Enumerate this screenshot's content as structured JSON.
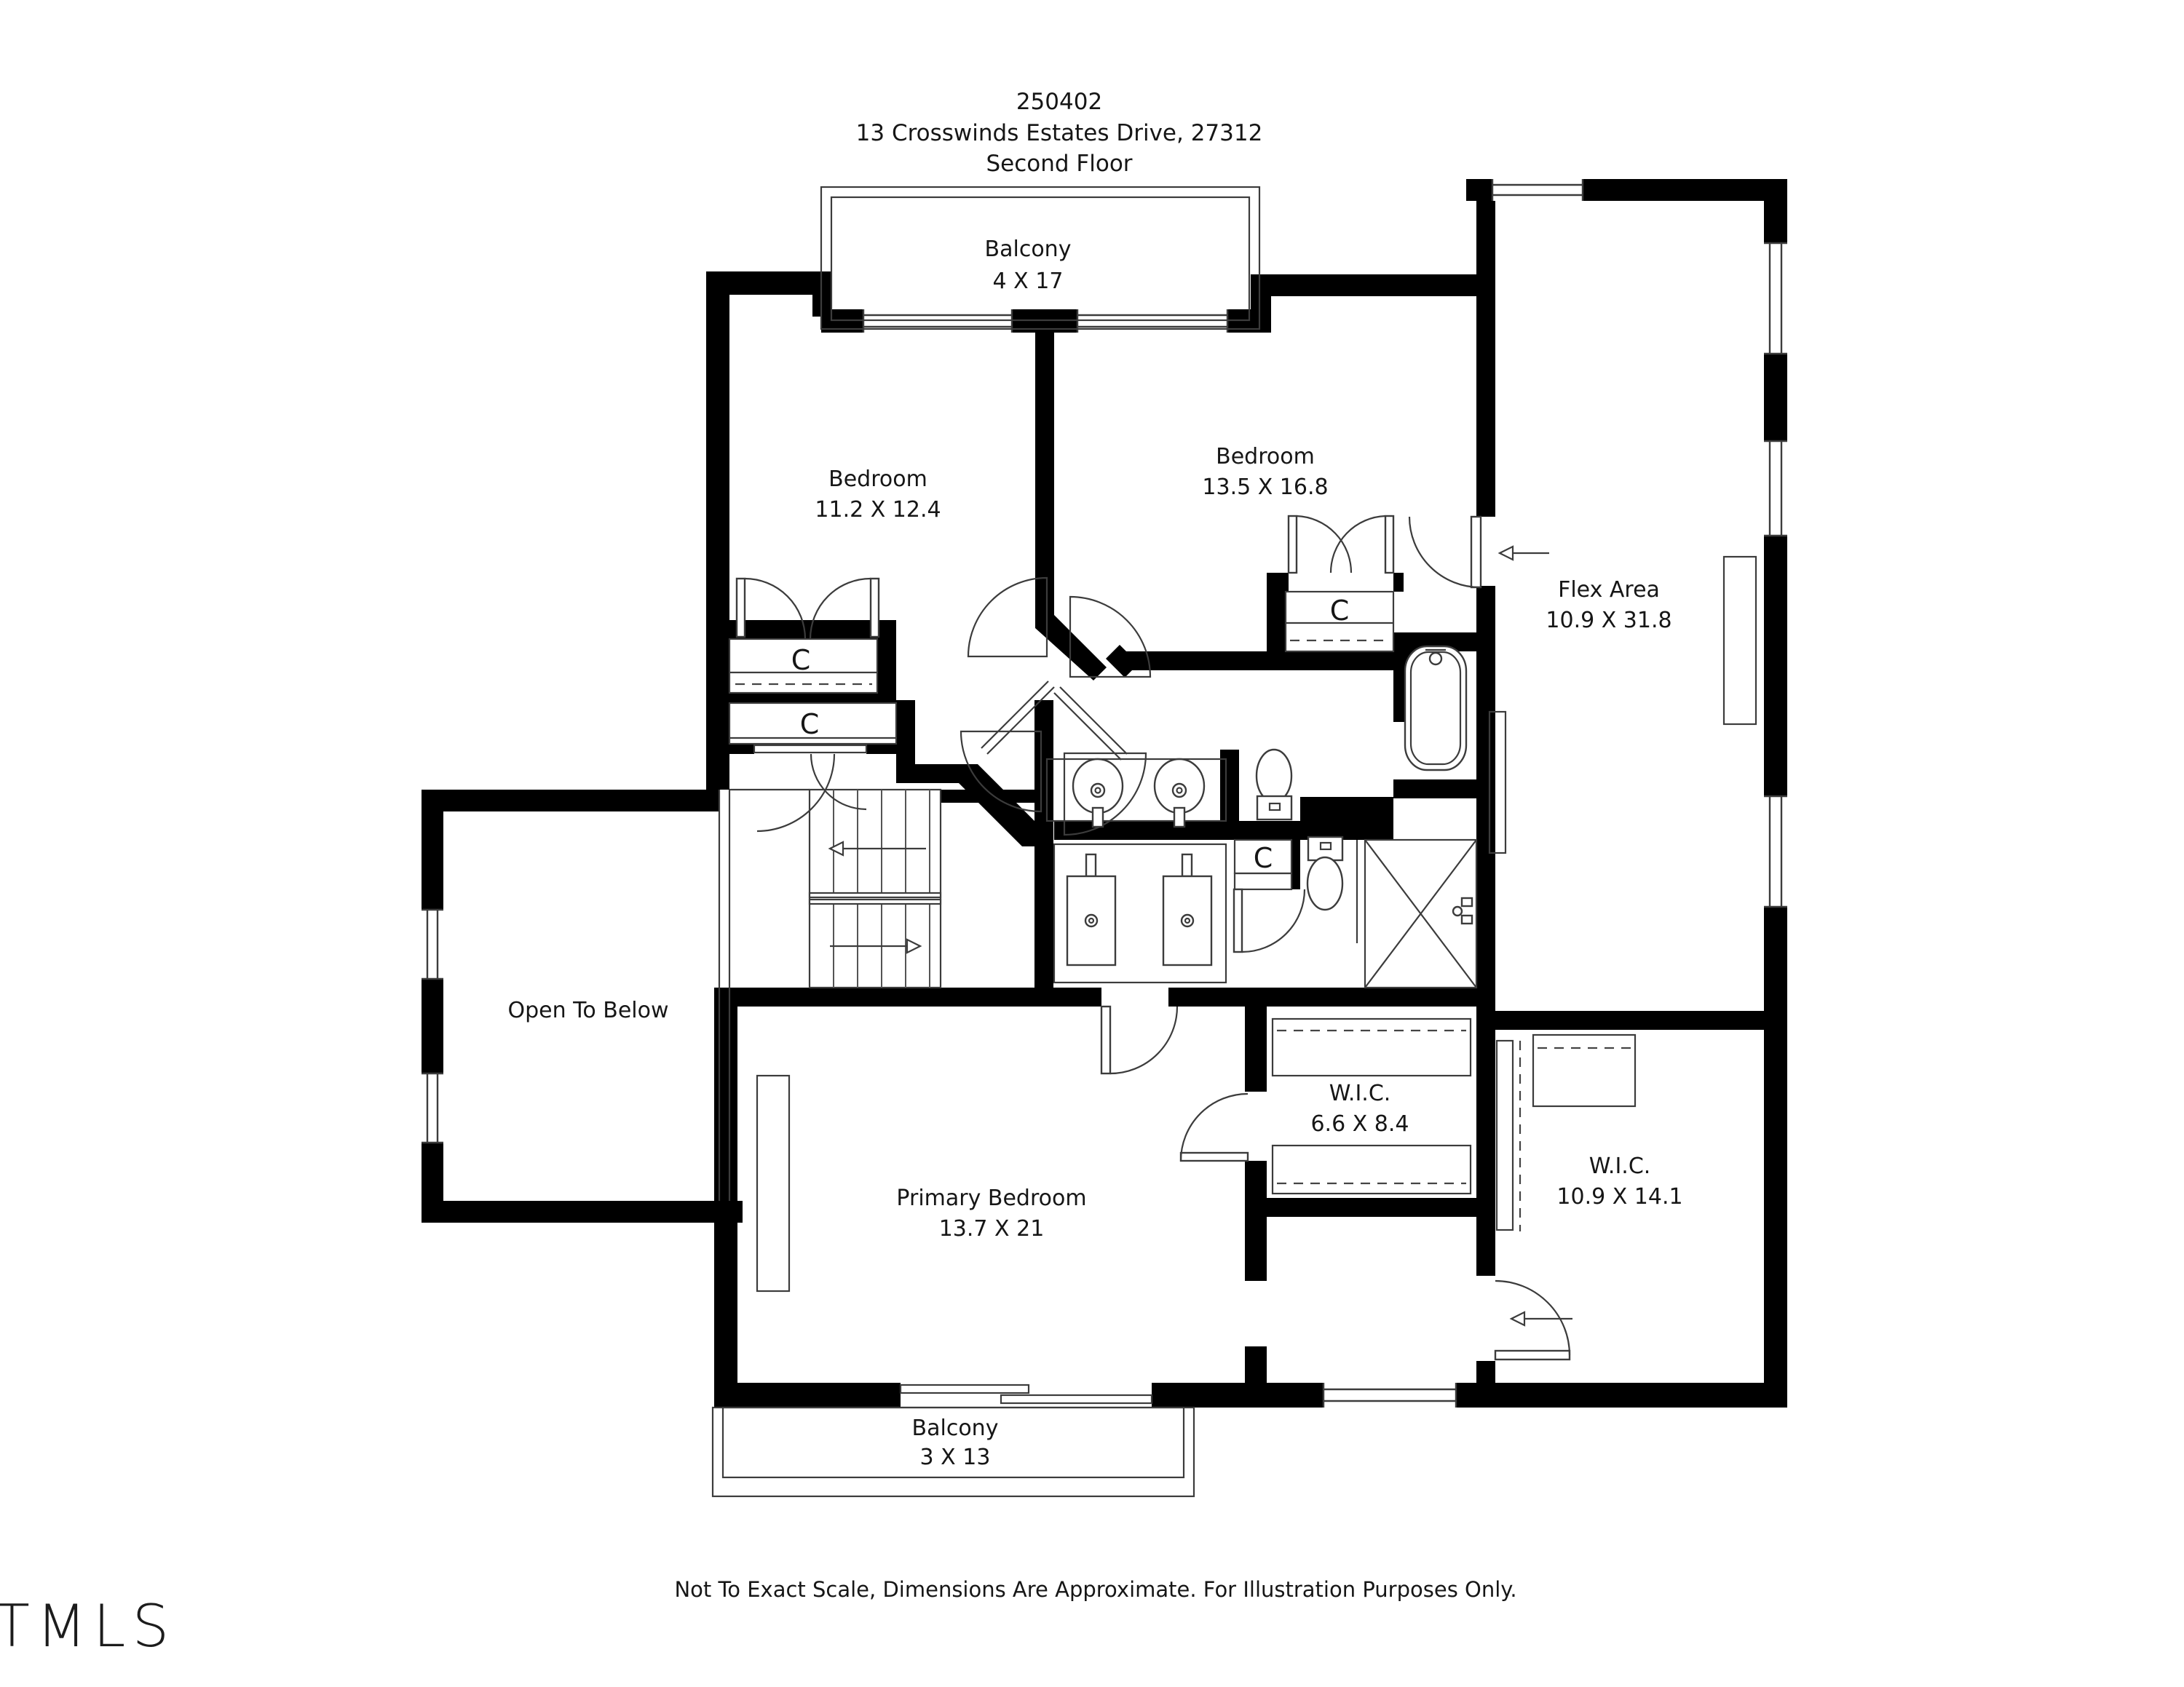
{
  "header": {
    "line1": "250402",
    "line2": "13 Crosswinds Estates Drive, 27312",
    "line3": "Second Floor"
  },
  "rooms": {
    "balcony_top": {
      "name": "Balcony",
      "dims": "4 X 17"
    },
    "bedroom1": {
      "name": "Bedroom",
      "dims": "11.2 X 12.4"
    },
    "bedroom2": {
      "name": "Bedroom",
      "dims": "13.5 X 16.8"
    },
    "flex": {
      "name": "Flex Area",
      "dims": "10.9 X 31.8"
    },
    "open_below": {
      "name": "Open To Below"
    },
    "primary": {
      "name": "Primary Bedroom",
      "dims": "13.7 X 21"
    },
    "wic_small": {
      "name": "W.I.C.",
      "dims": "6.6 X 8.4"
    },
    "wic_large": {
      "name": "W.I.C.",
      "dims": "10.9 X 14.1"
    },
    "balcony_bottom": {
      "name": "Balcony",
      "dims": "3 X 13"
    }
  },
  "closet_label": "C",
  "footer": "Not To Exact Scale, Dimensions Are Approximate. For Illustration Purposes Only.",
  "logo": "TMLS",
  "colors": {
    "walls": "#000000",
    "lines": "#3c3c3c",
    "text": "#161616"
  }
}
